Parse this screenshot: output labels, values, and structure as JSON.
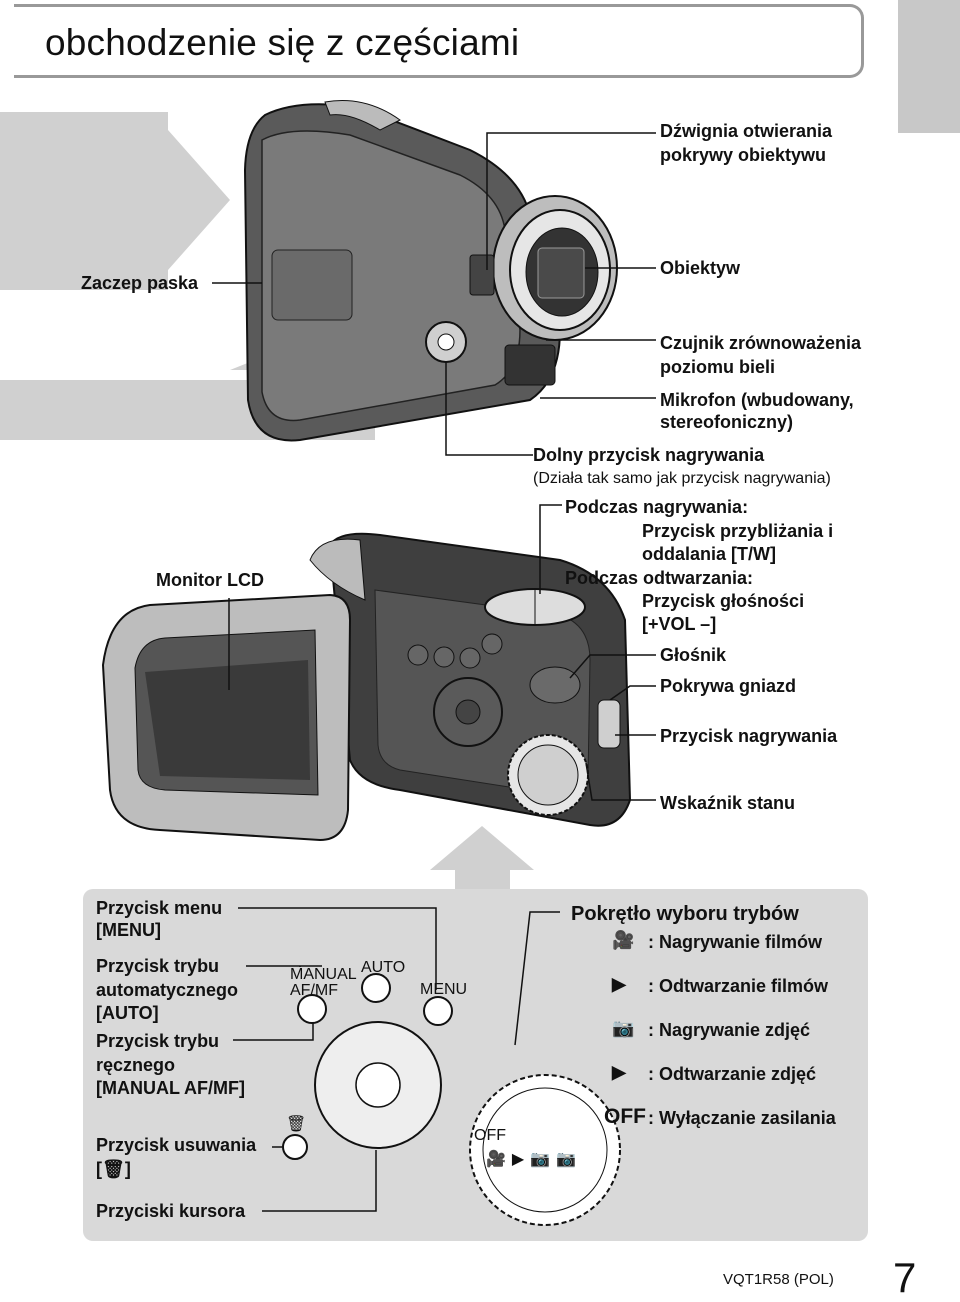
{
  "page": {
    "title": "obchodzenie się z częściami",
    "footer_code": "VQT1R58 (POL)",
    "page_number": "7"
  },
  "top_labels": {
    "lever_1": "Dźwignia otwierania",
    "lever_2": "pokrywy obiektywu",
    "lens": "Obiektyw",
    "strap": "Zaczep paska",
    "wb_1": "Czujnik zrównoważenia",
    "wb_2": "poziomu bieli",
    "mic_1": "Mikrofon (wbudowany,",
    "mic_2": "stereofoniczny)",
    "lower_rec": "Dolny przycisk nagrywania",
    "lower_rec_note": "(Działa tak samo jak przycisk nagrywania)"
  },
  "bottom_labels": {
    "during_rec": "Podczas nagrywania:",
    "zoom_1": "Przycisk przybliżania i",
    "zoom_2": "oddalania [T/W]",
    "during_play": "Podczas odtwarzania:",
    "vol_1": "Przycisk głośności",
    "vol_2": "[+VOL –]",
    "lcd": "Monitor LCD",
    "speaker": "Głośnik",
    "jack_cover": "Pokrywa gniazd",
    "rec_button": "Przycisk nagrywania",
    "status": "Wskaźnik stanu"
  },
  "panel": {
    "menu_1": "Przycisk menu",
    "menu_2": "[MENU]",
    "auto_1": "Przycisk trybu",
    "auto_2": "automatycznego",
    "auto_3": "[AUTO]",
    "manual_1": "Przycisk trybu",
    "manual_2": "ręcznego",
    "manual_3": "[MANUAL AF/MF]",
    "delete_1": "Przycisk usuwania",
    "cursor": "Przyciski kursora",
    "btn_manual_1": "MANUAL",
    "btn_manual_2": "AF/MF",
    "btn_auto": "AUTO",
    "btn_menu": "MENU",
    "dial_off": "OFF",
    "dial_title": "Pokrętło wyboru trybów",
    "modes": [
      {
        "icon": "movie-camera-icon",
        "text": ": Nagrywanie filmów"
      },
      {
        "icon": "play-icon",
        "text": ": Odtwarzanie filmów"
      },
      {
        "icon": "camera-icon",
        "text": ": Nagrywanie zdjęć"
      },
      {
        "icon": "photo-play-icon",
        "text": ": Odtwarzanie zdjęć"
      },
      {
        "icon": "off-text",
        "text": ": Wyłączanie zasilania"
      }
    ],
    "off_symbol": "OFF"
  },
  "colors": {
    "panel_bg": "#d9d9d9",
    "arrow_gray": "#d0d0d0",
    "body_dark": "#3a3a3a",
    "tab_gray": "#c8c8c8"
  }
}
